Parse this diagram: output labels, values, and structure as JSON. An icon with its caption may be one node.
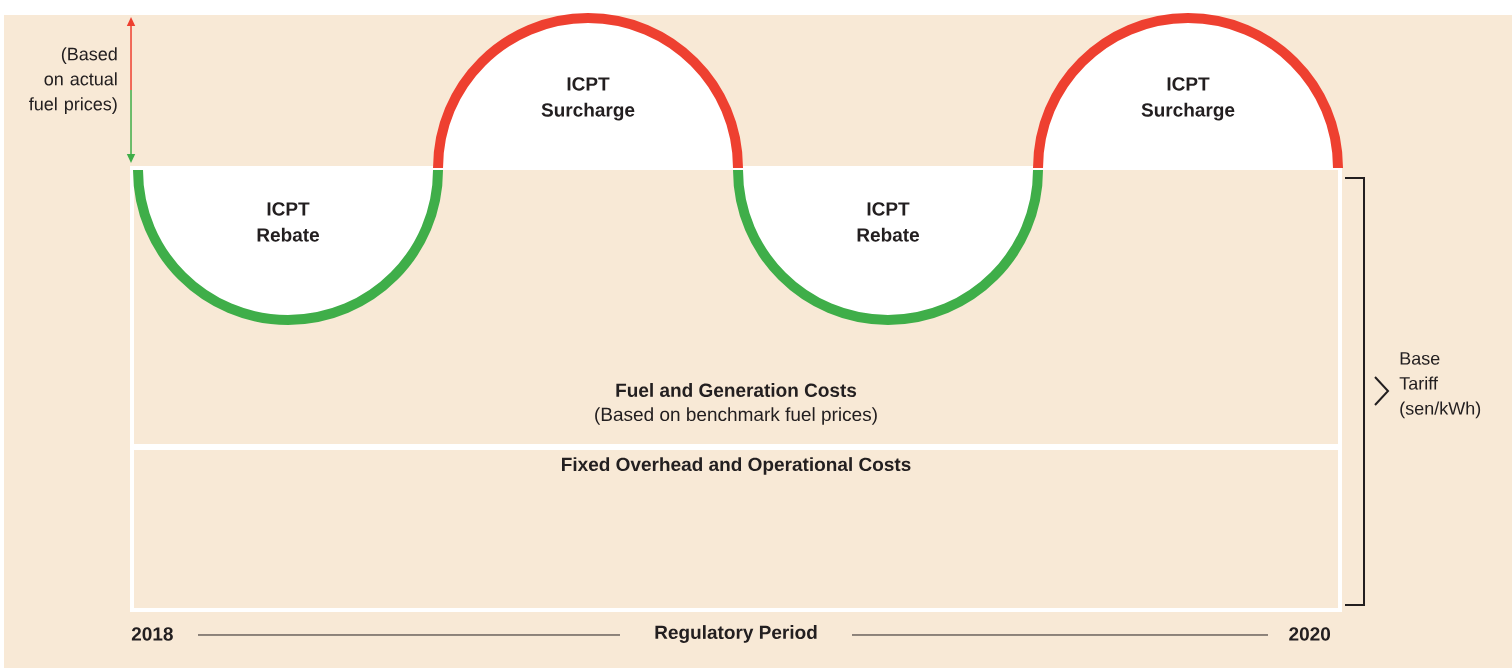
{
  "diagram": {
    "nodes": [
      {
        "text": [
          "Fuel and Generation Costs",
          "(Based on benchmark fuel prices)"
        ]
      },
      {
        "text": [
          "Fixed Overhead and Operational Costs"
        ]
      },
      {
        "text": [
          "ICPT Rebate"
        ],
        "in": 0
      },
      {
        "text": [
          "ICPT Surcharge"
        ]
      },
      {
        "text": [
          "ICPT Rebate"
        ],
        "in": 0
      },
      {
        "text": [
          "ICPT Surcharge"
        ]
      }
    ],
    "labels": [
      "(Based on actual fuel prices)",
      "Base Tariff (sen/kWh)",
      "2018",
      "Regulatory Period",
      "2020"
    ]
  }
}
